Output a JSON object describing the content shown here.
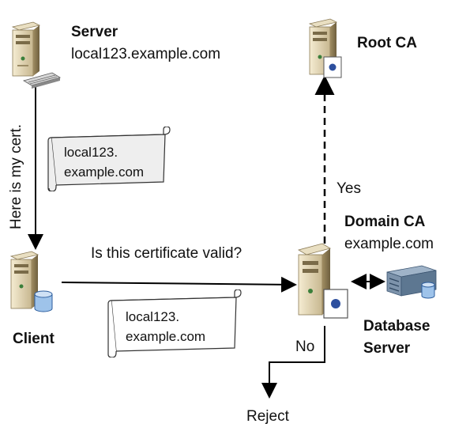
{
  "server": {
    "title": "Server",
    "hostname": "local123.example.com"
  },
  "root_ca": {
    "title": "Root CA"
  },
  "domain_ca": {
    "title": "Domain CA",
    "domain": "example.com"
  },
  "database_server": {
    "line1": "Database",
    "line2": "Server"
  },
  "client": {
    "title": "Client"
  },
  "edges": {
    "server_to_client": "Here is my cert.",
    "client_to_domain_ca": "Is this certificate valid?",
    "yes": "Yes",
    "no": "No",
    "reject": "Reject"
  },
  "certificates": [
    {
      "line1": "local123.",
      "line2": "example.com"
    },
    {
      "line1": "local123.",
      "line2": "example.com"
    }
  ],
  "icons": [
    "server-tower-icon",
    "root-ca-server-icon",
    "client-computer-icon",
    "domain-ca-server-icon",
    "database-rack-icon",
    "certificate-scroll-icon"
  ]
}
